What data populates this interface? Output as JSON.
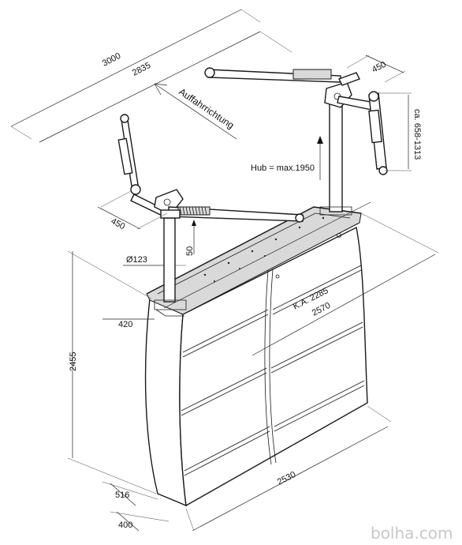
{
  "dimensions": {
    "overall_length": "3000",
    "inner_length": "2835",
    "arm_width_top": "450",
    "arm_width_left": "450",
    "arm_reach": "ca. 658-1313",
    "lift_stroke": "Hub = max.1950",
    "column_diameter": "Ø123",
    "pad_height": "50",
    "column_offset": "420",
    "center_distance": "K.A. 2285",
    "cabinet_width": "2570",
    "total_height": "2455",
    "base_width": "2530",
    "base_depth": "516",
    "base_offset": "400"
  },
  "labels": {
    "drive_direction": "Auffahrrichtung"
  },
  "watermark": "bolha.com"
}
